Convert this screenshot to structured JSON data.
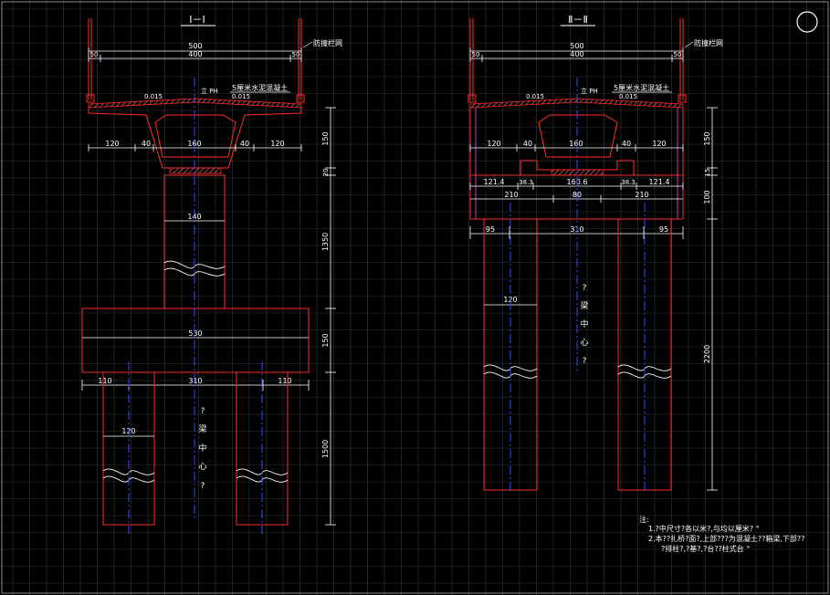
{
  "colors": {
    "background": "#000000",
    "grid": "#2e3a46",
    "outline": "#ff2a2a",
    "dimension": "#ffffff",
    "centerline": "#3050ff",
    "magenta": "#c040c0",
    "hatch": "#ff7a7a"
  },
  "section1": {
    "title": "Ⅰ－Ⅰ",
    "top_dims": [
      "500",
      "50",
      "400",
      "50"
    ],
    "guardrail_label": "防撞栏网",
    "concrete_label": "5厘米水泥混凝土",
    "slope_left": "0.015",
    "slope_right": "0.015",
    "center_mark": "立 PH",
    "girder_dims": [
      "120",
      "40",
      "160",
      "40",
      "120"
    ],
    "pier_width": "140",
    "cap_width": "530",
    "pile_dims": [
      "110",
      "310",
      "110"
    ],
    "pile_width": "120",
    "vertical_dims": [
      "150",
      "20",
      "1350",
      "150",
      "1500"
    ],
    "center_text": [
      "?",
      "梁",
      "中",
      "心",
      "?"
    ]
  },
  "section2": {
    "title": "Ⅱ－Ⅱ",
    "top_dims": [
      "500",
      "50",
      "400",
      "50"
    ],
    "guardrail_label": "防撞栏网",
    "concrete_label": "5厘米水泥混凝土",
    "slope_left": "0.015",
    "slope_right": "0.015",
    "center_mark": "立 PH",
    "girder_dims": [
      "120",
      "40",
      "160",
      "40",
      "120"
    ],
    "beam_dims": [
      "121.4",
      "38.3",
      "160.6",
      "38.3",
      "121.4"
    ],
    "beam_dims2": [
      "210",
      "80",
      "210"
    ],
    "pile_spacing": [
      "95",
      "310",
      "95"
    ],
    "pile_width": "120",
    "vertical_dims": [
      "150",
      "15",
      "100",
      "2200"
    ],
    "center_text": [
      "?",
      "梁",
      "中",
      "心",
      "?"
    ]
  },
  "notes": {
    "heading": "注:",
    "lines": [
      "1.?中尺寸?各以米?,与均以厘米?  °",
      "2.本??扎桥?面?,上部???为混凝土??箱梁,下部??",
      "?排柱?,?基?,?台??柱式台 °"
    ]
  }
}
